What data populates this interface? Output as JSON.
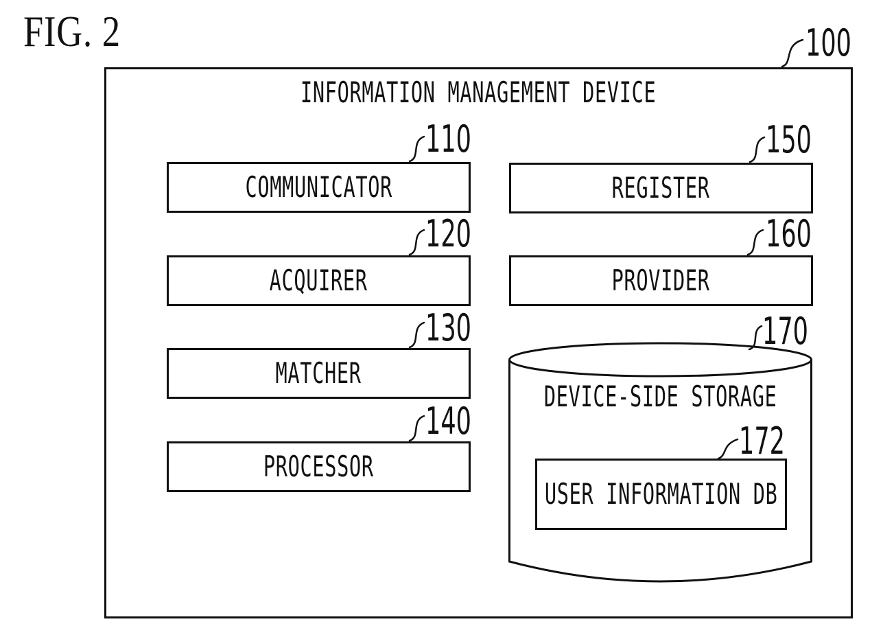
{
  "figure": {
    "label": "FIG. 2"
  },
  "device": {
    "ref": "100",
    "title": "INFORMATION MANAGEMENT DEVICE",
    "components": [
      {
        "ref": "110",
        "label": "COMMUNICATOR"
      },
      {
        "ref": "120",
        "label": "ACQUIRER"
      },
      {
        "ref": "130",
        "label": "MATCHER"
      },
      {
        "ref": "140",
        "label": "PROCESSOR"
      },
      {
        "ref": "150",
        "label": "REGISTER"
      },
      {
        "ref": "160",
        "label": "PROVIDER"
      }
    ],
    "storage": {
      "ref": "170",
      "label": "DEVICE-SIDE STORAGE",
      "db": {
        "ref": "172",
        "label": "USER INFORMATION DB"
      }
    }
  },
  "colors": {
    "line": "#111111",
    "background": "#ffffff"
  }
}
